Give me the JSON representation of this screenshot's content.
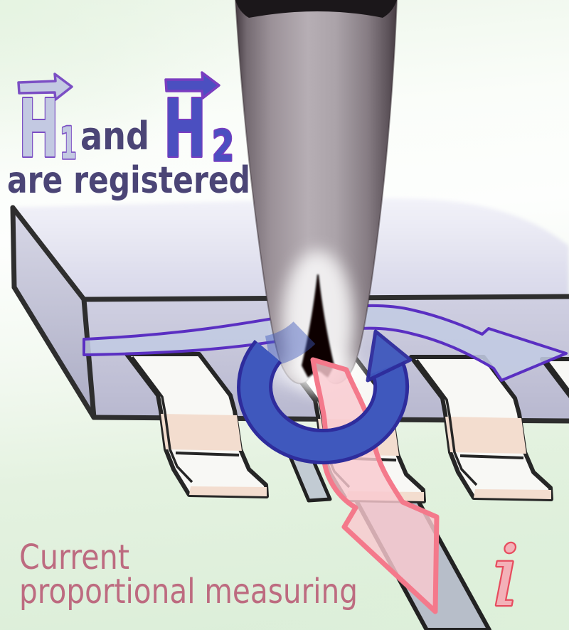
{
  "figure": {
    "kind": "technical-illustration",
    "subject": "Magnetic field probe above an IC package: tangential fields H1 and H2 are registered and the current through a lead is measured proportionally"
  },
  "captions": {
    "top": {
      "h1": "H",
      "h1_sub": "1",
      "conjunction": "and",
      "h2": "H",
      "h2_sub": "2",
      "line2": "are registered"
    },
    "bottom": {
      "line1": "Current",
      "line2": "proportional measuring",
      "current_symbol": "i"
    }
  },
  "icons": {
    "h1_vector_arrow": "right-arrow",
    "h2_vector_arrow": "right-arrow",
    "field_flow_arrow": "right-flow-arrow",
    "rotation_arrow": "counter-clockwise-ring-arrow",
    "current_arrow": "down-right-arrow"
  },
  "colors": {
    "h1_fill": "#c3c9e2",
    "h1_outline": "#7b4fc4",
    "h2_fill": "#4b4fc0",
    "h2_outline": "#7a3dc0",
    "dark_text": "#4b4576",
    "field_arrow_fill": "#c2cbe2",
    "field_arrow_outline": "#5a2fc2",
    "ring_fill": "#3f58bd",
    "ring_outline": "#2e2c9c",
    "current_arrow_fill": "#f9c9cf",
    "current_arrow_outline": "#f4798b",
    "rose_text": "#bd6b80",
    "i_fill": "#f3b1b8",
    "i_outline": "#e74c5e",
    "package_top": "#e6e6f2",
    "package_front": "#c7c7db",
    "lead_peach": "#f3ddcf",
    "probe_gray": "#a89fa6",
    "background_green": "#def0db"
  }
}
